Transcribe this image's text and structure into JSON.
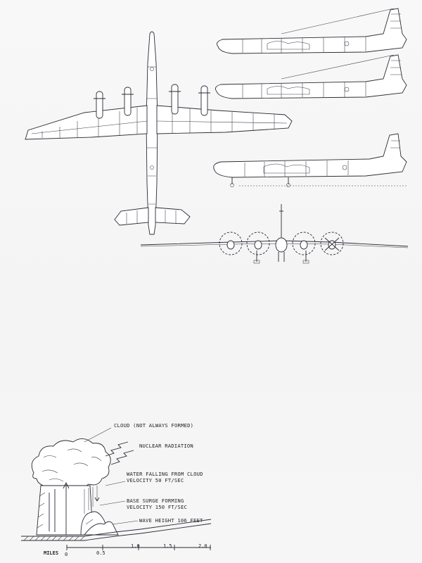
{
  "diagram": {
    "annotations": {
      "cloud": "CLOUD (NOT ALWAYS FORMED)",
      "radiation": "NUCLEAR RADIATION",
      "water_line1": "WATER FALLING FROM CLOUD",
      "water_line2": "VELOCITY 50 FT/SEC",
      "base_line1": "BASE SURGE FORMING",
      "base_line2": "VELOCITY 150 FT/SEC",
      "wave": "WAVE HEIGHT 106 FEET"
    },
    "scale": {
      "unit_label": "MILES",
      "ticks": [
        "0",
        "0.5",
        "1.0",
        "1.5",
        "2.0"
      ]
    }
  },
  "colors": {
    "ink": "#2a2a35",
    "paper": "#f7f7f7"
  }
}
